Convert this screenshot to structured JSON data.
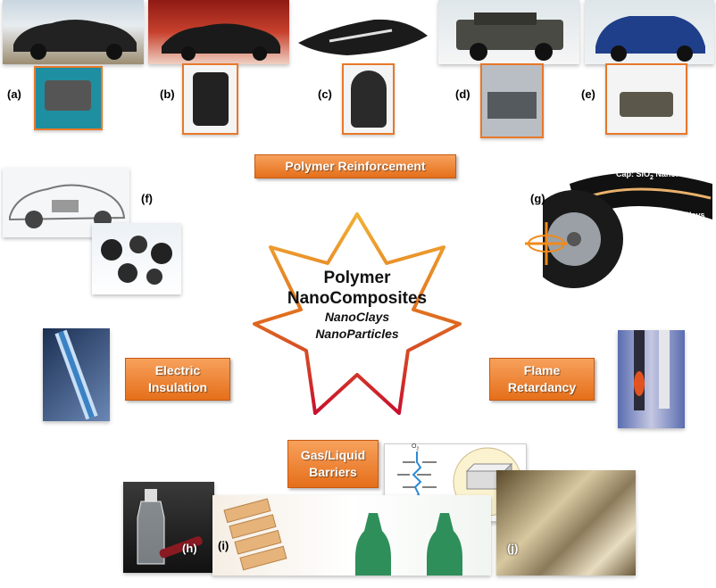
{
  "center": {
    "title_line1": "Polymer",
    "title_line2": "NanoComposites",
    "sub_line1": "NanoClays",
    "sub_line2": "NanoParticles"
  },
  "boxes": {
    "polymer_reinforcement": "Polymer Reinforcement",
    "electric_line1": "Electric",
    "electric_line2": "Insulation",
    "flame_line1": "Flame",
    "flame_line2": "Retardancy",
    "gas_line1": "Gas/Liquid",
    "gas_line2": "Barriers"
  },
  "labels": {
    "a": "(a)",
    "b": "(b)",
    "c": "(c)",
    "d": "(d)",
    "e": "(e)",
    "f": "(f)",
    "g": "(g)",
    "h": "(h)",
    "i": "(i)",
    "j": "(j)"
  },
  "tire": {
    "cap_prefix": "Cap: SiO",
    "cap_sub": "2",
    "cap_suffix": " NanoParticles",
    "base": "Base: NanoClays"
  },
  "barrier": {
    "o2": "O",
    "o2_sub": "2"
  },
  "colors": {
    "accent_orange": "#e56f1a",
    "inset_border": "#e8782a",
    "star_outer": "#c8102e",
    "star_inner": "#f2b134"
  }
}
